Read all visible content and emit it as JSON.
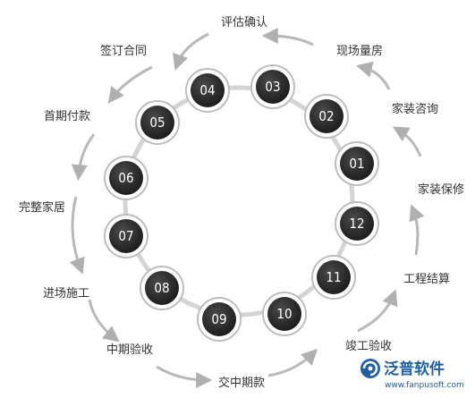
{
  "steps": [
    {
      "num": "04",
      "label": "评估确认"
    },
    {
      "num": "03",
      "label": "现场量房"
    },
    {
      "num": "02",
      "label": "家装咨询"
    },
    {
      "num": "01",
      "label": "家装保修"
    },
    {
      "num": "12",
      "label": "工程结算"
    },
    {
      "num": "11",
      "label": "竣工验收"
    },
    {
      "num": "10",
      "label": "交中期款"
    },
    {
      "num": "09",
      "label": "中期验收"
    },
    {
      "num": "08",
      "label": "进场施工"
    },
    {
      "num": "07",
      "label": "完整家居"
    },
    {
      "num": "06",
      "label": "首期付款"
    },
    {
      "num": "05",
      "label": "签订合同"
    }
  ],
  "watermark": {
    "brand": "泛普软件",
    "url": "www.fanpusoft.com",
    "logo_icon": "fanpu-logo-icon"
  },
  "colors": {
    "node_fill": "#2b2b2b",
    "ring": "#d0d0d0",
    "arrow": "#b0b0b0",
    "label": "#333333",
    "brand": "#1e5fa8"
  }
}
